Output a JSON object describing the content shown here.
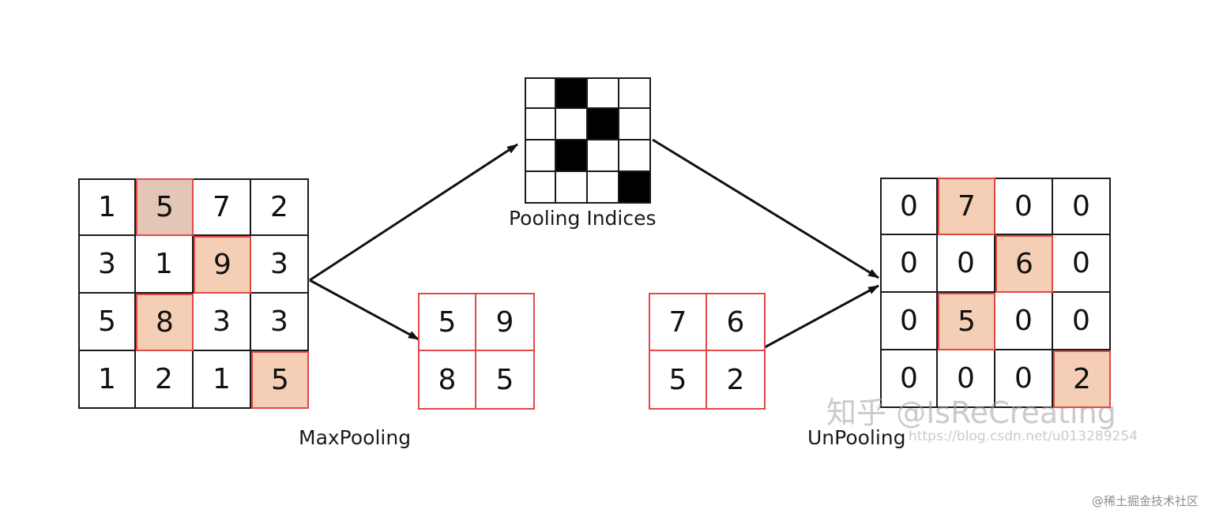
{
  "colors": {
    "grid_line": "#1a1a1a",
    "pool_line": "#e04848",
    "highlight_fill": "#f5cfb5",
    "highlight_fill_first": "#e4c6b6",
    "index_fill": "#000000"
  },
  "input_matrix": {
    "values": [
      [
        "1",
        "5",
        "7",
        "2"
      ],
      [
        "3",
        "1",
        "9",
        "3"
      ],
      [
        "5",
        "8",
        "3",
        "3"
      ],
      [
        "1",
        "2",
        "1",
        "5"
      ]
    ],
    "max_positions": [
      [
        0,
        1
      ],
      [
        1,
        2
      ],
      [
        2,
        1
      ],
      [
        3,
        3
      ]
    ]
  },
  "pooled_matrix": {
    "values": [
      [
        "5",
        "9"
      ],
      [
        "8",
        "5"
      ]
    ]
  },
  "pooling_indices": {
    "caption": "Pooling Indices",
    "filled": [
      [
        0,
        1
      ],
      [
        1,
        2
      ],
      [
        2,
        1
      ],
      [
        3,
        3
      ]
    ]
  },
  "unpool_input": {
    "values": [
      [
        "7",
        "6"
      ],
      [
        "5",
        "2"
      ]
    ]
  },
  "output_matrix": {
    "values": [
      [
        "0",
        "7",
        "0",
        "0"
      ],
      [
        "0",
        "0",
        "6",
        "0"
      ],
      [
        "0",
        "5",
        "0",
        "0"
      ],
      [
        "0",
        "0",
        "0",
        "2"
      ]
    ],
    "highlight_positions": [
      [
        0,
        1
      ],
      [
        1,
        2
      ],
      [
        2,
        1
      ],
      [
        3,
        3
      ]
    ]
  },
  "labels": {
    "maxpooling": "MaxPooling",
    "unpooling": "UnPooling"
  },
  "watermarks": {
    "zhihu": "知乎 @IsReCreating",
    "csdn": "https://blog.csdn.net/u013289254",
    "juejin": "@稀土掘金技术社区"
  }
}
